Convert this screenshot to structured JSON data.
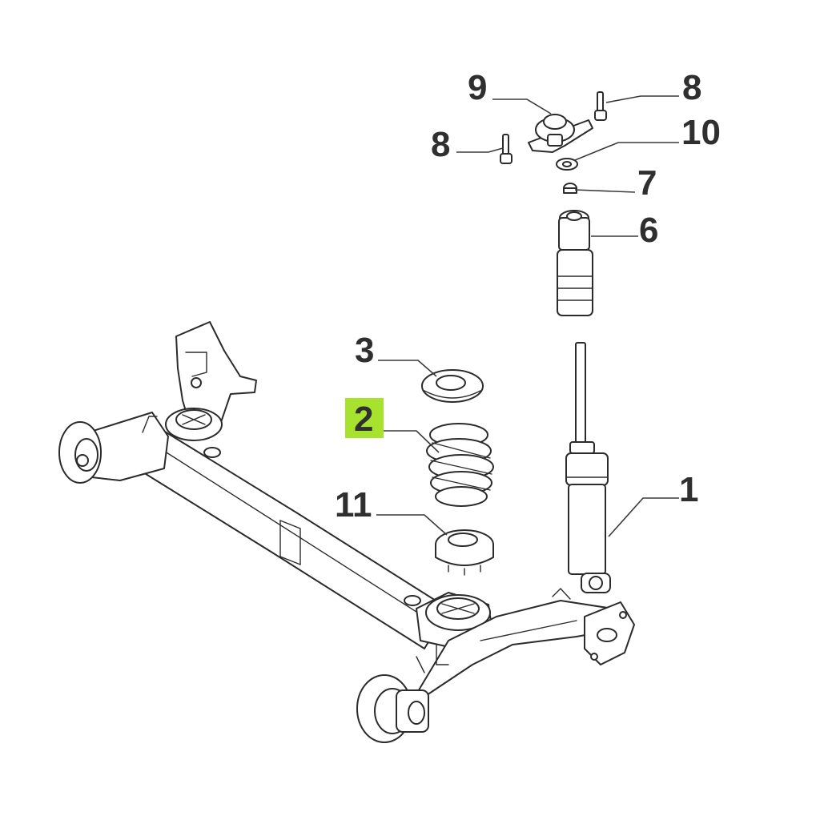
{
  "diagram": {
    "callouts": [
      {
        "id": "1",
        "label": "1"
      },
      {
        "id": "2",
        "label": "2",
        "highlighted": true
      },
      {
        "id": "3",
        "label": "3"
      },
      {
        "id": "6",
        "label": "6"
      },
      {
        "id": "7",
        "label": "7"
      },
      {
        "id": "8a",
        "label": "8"
      },
      {
        "id": "8b",
        "label": "8"
      },
      {
        "id": "9",
        "label": "9"
      },
      {
        "id": "10",
        "label": "10"
      },
      {
        "id": "11",
        "label": "11"
      }
    ],
    "colors": {
      "highlight": "#a6e22e",
      "line": "#2b2b2b",
      "label": "#2f2f2f",
      "background": "#ffffff"
    }
  }
}
